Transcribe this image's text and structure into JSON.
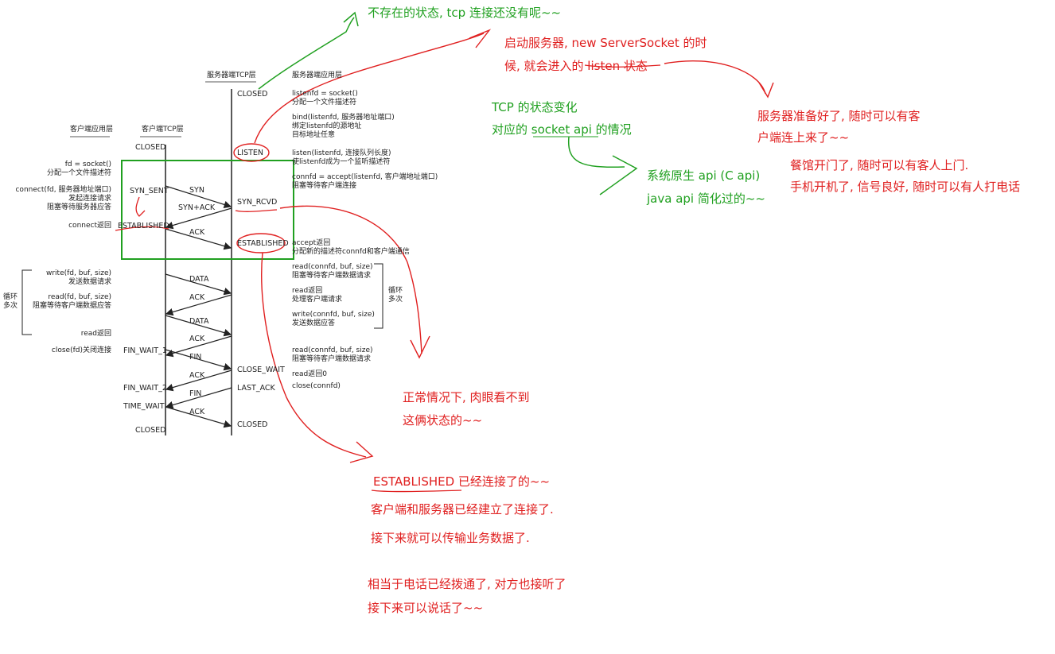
{
  "colors": {
    "red": "#e02020",
    "green": "#20a020",
    "ink": "#222222"
  },
  "headers": {
    "server_tcp": "服务器端TCP层",
    "server_app": "服务器端应用层",
    "client_app": "客户端应用层",
    "client_tcp": "客户端TCP层"
  },
  "client_states": {
    "closed_top": "CLOSED",
    "syn_sent": "SYN_SENT",
    "established": "ESTABLISHED",
    "fin_wait_1": "FIN_WAIT_1",
    "fin_wait_2": "FIN_WAIT_2",
    "time_wait": "TIME_WAIT",
    "closed_bottom": "CLOSED"
  },
  "server_states": {
    "closed_top": "CLOSED",
    "listen": "LISTEN",
    "syn_rcvd": "SYN_RCVD",
    "established": "ESTABLISHED",
    "close_wait": "CLOSE_WAIT",
    "last_ack": "LAST_ACK",
    "closed_bottom": "CLOSED"
  },
  "messages": {
    "syn": "SYN",
    "syn_ack": "SYN+ACK",
    "ack1": "ACK",
    "data1": "DATA",
    "ack2": "ACK",
    "data2": "DATA",
    "ack3": "ACK",
    "fin1": "FIN",
    "ack4": "ACK",
    "fin2": "FIN",
    "ack5": "ACK"
  },
  "client_calls": {
    "socket": [
      "fd = socket()",
      "分配一个文件描述符"
    ],
    "connect": [
      "connect(fd, 服务器地址端口)",
      "发起连接请求",
      "阻塞等待服务器应答"
    ],
    "connect_return": "connect返回",
    "write": [
      "write(fd, buf, size)",
      "发送数据请求"
    ],
    "read": [
      "read(fd, buf, size)",
      "阻塞等待客户端数据应答"
    ],
    "read_return": "read返回",
    "close": "close(fd)关闭连接",
    "loop": [
      "循环",
      "多次"
    ]
  },
  "server_calls": {
    "socket": [
      "listenfd = socket()",
      "分配一个文件描述符"
    ],
    "bind": [
      "bind(listenfd, 服务器地址端口)",
      "绑定listenfd的源地址",
      "目标地址任意"
    ],
    "listen": [
      "listen(listenfd, 连接队列长度)",
      "使listenfd成为一个监听描述符"
    ],
    "accept": [
      "connfd = accept(listenfd, 客户端地址端口)",
      "阻塞等待客户端连接"
    ],
    "accept_return": [
      "accept返回",
      "分配新的描述符connfd和客户端通信"
    ],
    "read": [
      "read(connfd, buf, size)",
      "阻塞等待客户端数据请求"
    ],
    "read_return": [
      "read返回",
      "处理客户端请求"
    ],
    "write": [
      "write(connfd, buf, size)",
      "发送数据应答"
    ],
    "loop": [
      "循环",
      "多次"
    ],
    "read2": [
      "read(connfd, buf, size)",
      "阻塞等待客户端数据请求"
    ],
    "read_return0": "read返回0",
    "close": "close(connfd)"
  },
  "annotations": {
    "not_exist": "不存在的状态, tcp 连接还没有呢~~",
    "start_server": [
      "启动服务器, new ServerSocket 的时",
      "候, 就会进入的 listen 状态"
    ],
    "server_ready": [
      "服务器准备好了, 随时可以有客",
      "户端连上来了~~"
    ],
    "analogies": [
      "餐馆开门了, 随时可以有客人上门.",
      "手机开机了, 信号良好, 随时可以有人打电话"
    ],
    "tcp_state_change": [
      "TCP 的状态变化",
      "对应的 socket api 的情况"
    ],
    "native_api": [
      "系统原生 api (C api)",
      "java api 简化过的~~"
    ],
    "invisible": [
      "正常情况下, 肉眼看不到",
      "这俩状态的~~"
    ],
    "established_title": "ESTABLISHED 已经连接了的~~",
    "established_lines": [
      "客户端和服务器已经建立了连接了.",
      "接下来就可以传输业务数据了."
    ],
    "phone_analogy": [
      "相当于电话已经拨通了, 对方也接听了",
      "接下来可以说话了~~"
    ]
  }
}
